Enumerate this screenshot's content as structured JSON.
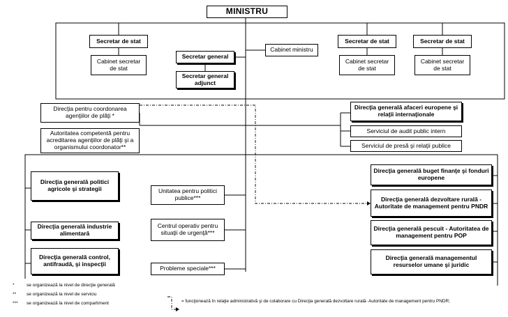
{
  "title": "MINISTRU",
  "top": {
    "secretar_stat_1": "Secretar de stat",
    "cabinet_1": "Cabinet secretar de stat",
    "secretar_general": "Secretar general",
    "secretar_general_adjunct": "Secretar general adjunct",
    "cabinet_ministru": "Cabinet ministru",
    "secretar_stat_2": "Secretar de stat",
    "cabinet_2": "Cabinet secretar de stat",
    "secretar_stat_3": "Secretar de stat",
    "cabinet_3": "Cabinet secretar de stat"
  },
  "left_units": {
    "coordonare": "Direcţia pentru coordonarea agenţiilor de plăţi *",
    "autoritatea": "Autoritatea competentă pentru acreditarea agenţiilor de plăţi şi a organismului coordonator**"
  },
  "right_units": {
    "afaceri_europene": "Direcţia generală afaceri europene şi relaţii internaţionale",
    "audit": "Serviciul de audit public intern",
    "presa": "Serviciul de presă şi relaţii publice"
  },
  "left_directions": {
    "politici_agricole": "Direcţia generală politici agricole şi strategii",
    "industrie": "Direcţia generală industrie alimentară",
    "control": "Direcţia generală control, antifraudă, şi inspecţii"
  },
  "center_units": {
    "politici_publice": "Unitatea pentru politici publice***",
    "centrul_operativ": "Centrul operativ pentru situaţii de urgenţă***",
    "probleme_speciale": "Probleme speciale***"
  },
  "right_directions": {
    "buget": "Direcţia generală buget finanţe şi fonduri europene",
    "dezvoltare_rurala": "Direcţia generală dezvoltare rurală - Autoritate de management pentru PNDR",
    "pescuit": "Direcţia generală pescuit - Autoritatea de management pentru POP",
    "resurse_umane": "Direcţia generală managementul resurselor umane şi juridic"
  },
  "legend": {
    "marker_1": "*",
    "text_1": "se organizează la nivel de direcţie generală",
    "marker_2": "**",
    "text_2": "se organizează la nivel de serviciu",
    "marker_3": "***",
    "text_3": "se organizează la nivel de compartiment",
    "dashed_note": "= funcţionează în relaţie administrativă şi de colaborare cu Direcţia generală dezvoltare rurală- Autoritate de management pentru PNDR;"
  }
}
